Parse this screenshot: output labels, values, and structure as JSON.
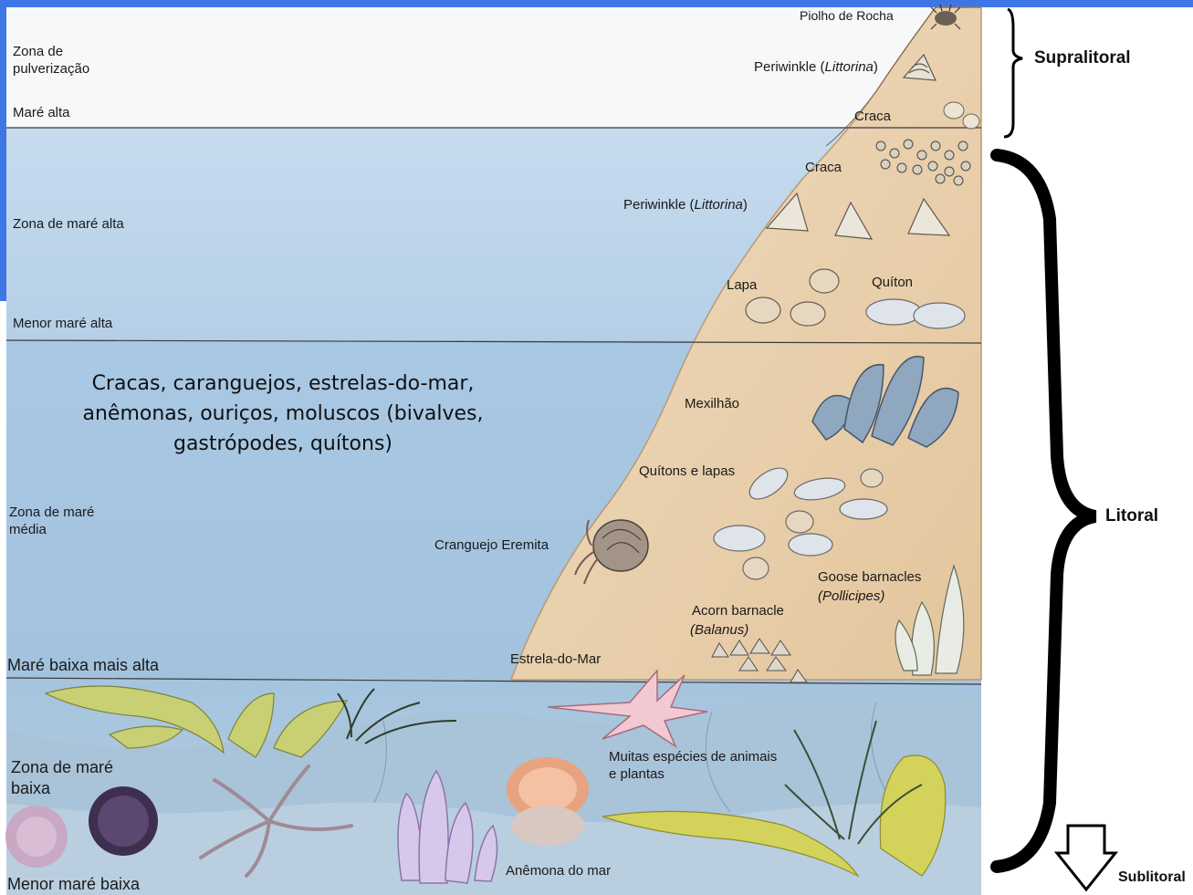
{
  "colors": {
    "frame_blue": "#3f76e6",
    "supralittoral_sky": "#f7f8fa",
    "upper_water": "#bcd4ea",
    "mid_water": "#a6c6e3",
    "low_water": "#9ec0dc",
    "rock_sand": "#e8cfa8",
    "bracket_black": "#000000"
  },
  "zones": {
    "spray": "Zona de\npulverização",
    "high_tide": "Maré alta",
    "high_zone": "Zona de maré alta",
    "lower_high": "Menor maré alta",
    "middle_zone": "Zona de maré\nmédia",
    "higher_low": "Maré baixa mais alta",
    "low_zone": "Zona de maré\nbaixa",
    "lowest_low": "Menor maré baixa"
  },
  "summary_lines": [
    "Cracas, caranguejos, estrelas-do-mar,",
    "anêmonas, ouriços, moluscos (bivalves,",
    "gastrópodes, quítons)"
  ],
  "organisms": {
    "rock_louse": "Piolho de Rocha",
    "periwinkle_top": "Periwinkle (",
    "periwinkle_top_latin": "Littorina",
    "periwinkle_top_close": ")",
    "barnacle_top": "Craca",
    "barnacle_mid": "Craca",
    "periwinkle_mid": "Periwinkle (",
    "periwinkle_mid_latin": "Littorina",
    "periwinkle_mid_close": ")",
    "limpet": "Lapa",
    "chiton": "Quíton",
    "mussel": "Mexilhão",
    "chitons_limpets": "Quítons e lapas",
    "hermit_crab": "Cranguejo Eremita",
    "goose_barnacles": "Goose barnacles",
    "goose_barnacles_latin": "(Pollicipes)",
    "acorn_barnacle": "Acorn barnacle",
    "acorn_barnacle_latin": "(Balanus)",
    "starfish": "Estrela-do-Mar",
    "many_species": "Muitas espécies de animais\ne plantas",
    "sea_anemone": "Anêmona do mar"
  },
  "brackets": {
    "supralittoral": "Supralitoral",
    "littoral": "Litoral",
    "sublittoral": "Sublitoral"
  }
}
